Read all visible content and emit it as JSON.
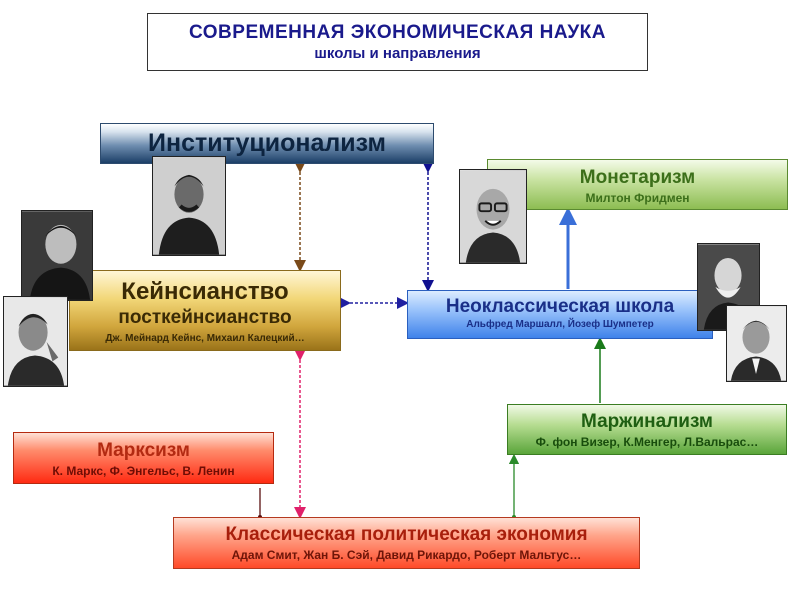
{
  "title": {
    "main": "СОВРЕМЕННАЯ  ЭКОНОМИЧЕСКАЯ  НАУКА",
    "sub": "школы и направления"
  },
  "schools": {
    "institutionalism": {
      "name": "Институционализм"
    },
    "monetarism": {
      "name": "Монетаризм",
      "people": "Милтон  Фридмен"
    },
    "keynesianism": {
      "name": "Кейнсианство",
      "sub": "посткейнсианство",
      "people": "Дж. Мейнард Кейнс, Михаил Калецкий…"
    },
    "neoclassical": {
      "name": "Неоклассическая  школа",
      "people": "Альфред  Маршалл, Йозеф Шумпетер"
    },
    "marxism": {
      "name": "Марксизм",
      "people": "К. Маркс, Ф. Энгельс,  В. Ленин"
    },
    "marginalism": {
      "name": "Маржинализм",
      "people": "Ф. фон Визер, К.Менгер, Л.Вальрас…"
    },
    "classical": {
      "name": "Классическая  политическая  экономия",
      "people": "Адам Смит,  Жан Б. Сэй, Давид Рикардо, Роберт Мальтус…"
    }
  },
  "colors": {
    "inst_arrow": "#7a4a1a",
    "inst_neo_arrow": "#101090",
    "keyn_neo_arrow": "#2020a0",
    "keyn_class_arrow": "#e0206a",
    "neo_mon_arrow": "#3a6fd8",
    "marg_neo_arrow": "#1a7a1a",
    "class_marx_line": "#5a1010",
    "class_marg_line": "#2a8a2a"
  }
}
